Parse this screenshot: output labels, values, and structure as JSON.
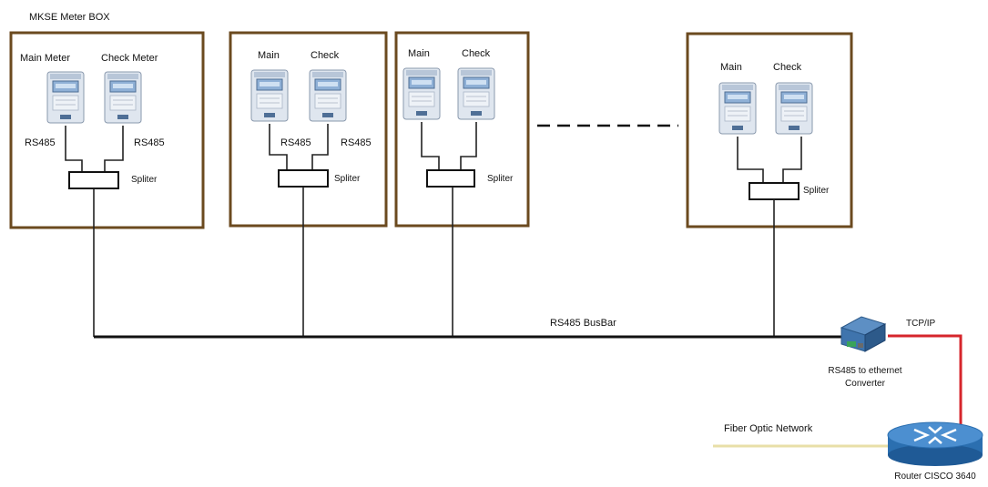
{
  "title": "MKSE Meter BOX",
  "boxes": [
    {
      "main_label": "Main Meter",
      "check_label": "Check Meter",
      "rs485_left": "RS485",
      "rs485_right": "RS485",
      "splitter_label": "Spliter"
    },
    {
      "main_label": "Main",
      "check_label": "Check",
      "rs485_left": "RS485",
      "rs485_right": "RS485",
      "splitter_label": "Spliter"
    },
    {
      "main_label": "Main",
      "check_label": "Check",
      "splitter_label": "Spliter"
    },
    {
      "main_label": "Main",
      "check_label": "Check",
      "splitter_label": "Spliter"
    }
  ],
  "bus_label": "RS485 BusBar",
  "tcpip_label": "TCP/IP",
  "converter_label_line1": "RS485 to ethernet",
  "converter_label_line2": "Converter",
  "fiber_label": "Fiber Optic Network",
  "router_label": "Router  CISCO 3640",
  "colors": {
    "box_border": "#6b4a1f",
    "tcp_line": "#d6252b",
    "fiber_line": "#e8dfa8",
    "meter_body": "#dfe6ef",
    "meter_screen": "#8fb0d6",
    "router_blue": "#2b6fb0"
  }
}
